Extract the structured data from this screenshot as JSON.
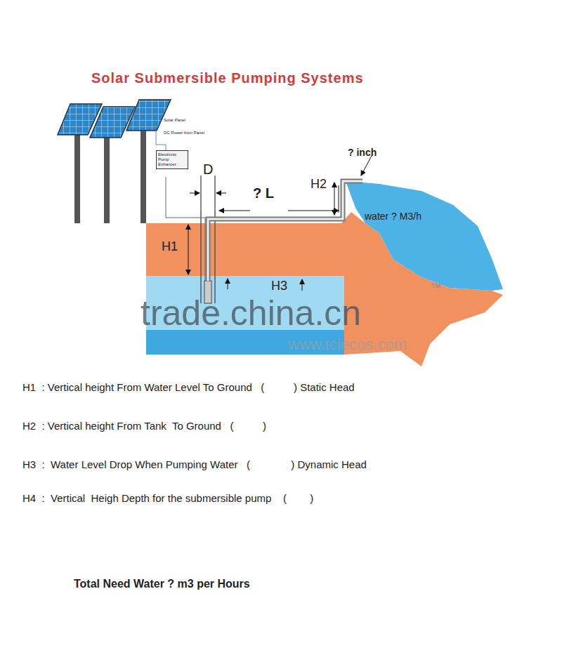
{
  "diagram": {
    "title": "Solar Submersible Pumping Systems",
    "nodes": [
      {
        "text": [
          "Electronic Pump Enhancer"
        ]
      }
    ],
    "labels": [
      "Solar Panel",
      "DC Power from Panel",
      "D",
      "? L",
      "H2",
      "? inch",
      "water ? M3/h",
      "H1",
      "H3",
      "trade.china.cn",
      "www.tciecos.com",
      "TM",
      "H1  : Vertical height From Water Level To Ground   (          ) Static Head",
      "H2  : Vertical height From Tank  To Ground   (          )",
      "H3  :  Water Level Drop When Pumping Water   (              ) Dynamic Head",
      "H4  :  Vertical  Heigh Depth for the submersible pump    (        )",
      "Total Need Water ? m3 per Hours"
    ]
  }
}
